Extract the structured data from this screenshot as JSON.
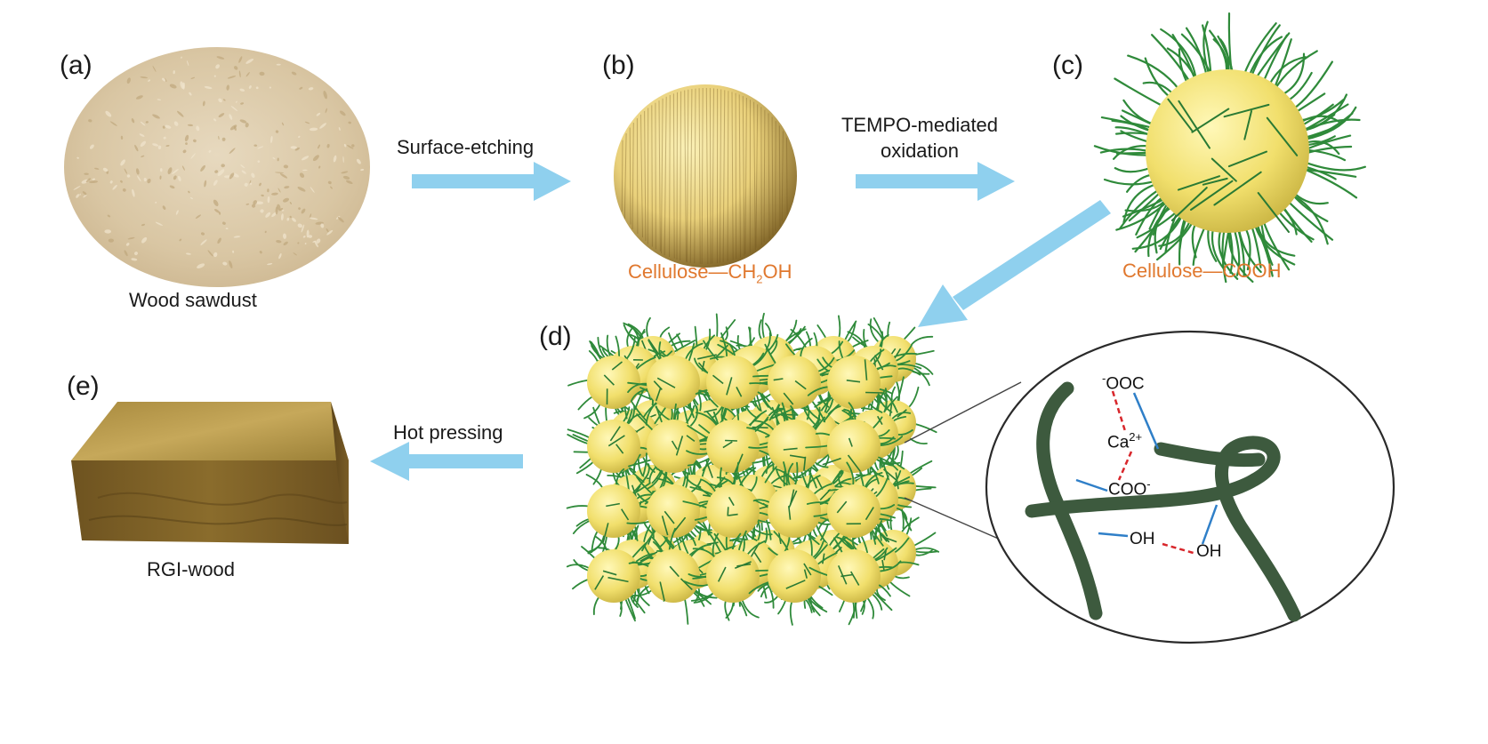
{
  "panels": {
    "a": "(a)",
    "b": "(b)",
    "c": "(c)",
    "d": "(d)",
    "e": "(e)"
  },
  "labels": {
    "wood_sawdust": "Wood sawdust",
    "cellulose_ch2oh_prefix": "Cellulose—CH",
    "cellulose_ch2oh_sub": "2",
    "cellulose_ch2oh_suffix": "OH",
    "cellulose_cooh": "Cellulose—COOH",
    "rgi_wood": "RGI-wood"
  },
  "steps": {
    "surface_etching": "Surface-etching",
    "tempo_line1": "TEMPO-mediated",
    "tempo_line2": "oxidation",
    "hot_pressing": "Hot pressing"
  },
  "inset": {
    "ooc_sign": "-",
    "ooc": "OOC",
    "ca": "Ca",
    "ca_charge": "2+",
    "coo": "COO",
    "coo_sign": "-",
    "oh_left": "OH",
    "oh_right": "OH"
  },
  "colors": {
    "arrow": "#8fd0ee",
    "orange_label": "#e0782e",
    "sphere": "#f2e27a",
    "fiber": "#2f8a3a",
    "chain": "#3d5a3e",
    "bond_blue": "#2f7fc8",
    "bond_red": "#d8262b"
  }
}
